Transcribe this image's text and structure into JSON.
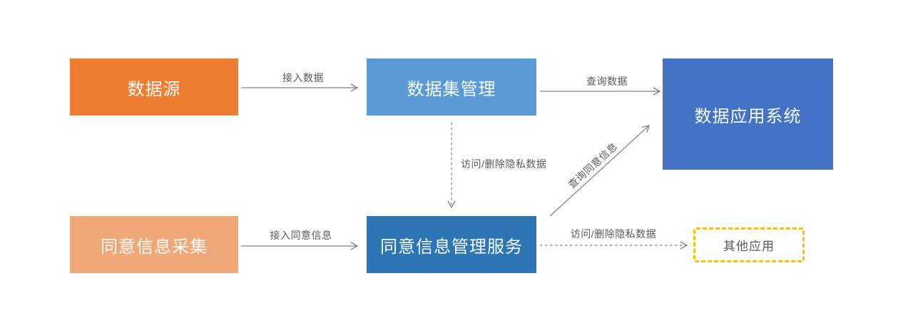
{
  "diagram": {
    "type": "flowchart",
    "nodes": {
      "data_source": {
        "label": "数据源",
        "fill": "#ED7D31",
        "text_color": "#FFFFFF"
      },
      "dataset_management": {
        "label": "数据集管理",
        "fill": "#5B9BD5",
        "text_color": "#FFFFFF"
      },
      "data_application_system": {
        "label": "数据应用系统",
        "fill": "#4472C4",
        "text_color": "#FFFFFF"
      },
      "consent_collection": {
        "label": "同意信息采集",
        "fill": "#F0A878",
        "text_color": "#FFFFFF"
      },
      "consent_management_service": {
        "label": "同意信息管理服务",
        "fill": "#2E75B6",
        "text_color": "#FFFFFF"
      },
      "other_applications": {
        "label": "其他应用",
        "fill": "#FFFFFF",
        "border_color": "#FFC000",
        "border_style": "dashed",
        "text_color": "#595959"
      }
    },
    "edges": [
      {
        "id": "access-data",
        "label": "接入数据",
        "from": "data_source",
        "to": "dataset_management",
        "style": "solid"
      },
      {
        "id": "query-data",
        "label": "查询数据",
        "from": "dataset_management",
        "to": "data_application_system",
        "style": "solid"
      },
      {
        "id": "access-delete-private-data-down",
        "label": "访问/删除隐私数据",
        "from": "dataset_management",
        "to": "consent_management_service",
        "style": "dashed"
      },
      {
        "id": "query-consent-info",
        "label": "查询同意信息",
        "from": "consent_management_service",
        "to": "data_application_system",
        "style": "solid"
      },
      {
        "id": "access-consent-info",
        "label": "接入同意信息",
        "from": "consent_collection",
        "to": "consent_management_service",
        "style": "solid"
      },
      {
        "id": "access-delete-private-data-right",
        "label": "访问/删除隐私数据",
        "from": "consent_management_service",
        "to": "other_applications",
        "style": "dashed"
      }
    ],
    "colors": {
      "arrow_line": "#808080",
      "edge_label_text": "#595959",
      "background": "#FFFFFF"
    }
  }
}
